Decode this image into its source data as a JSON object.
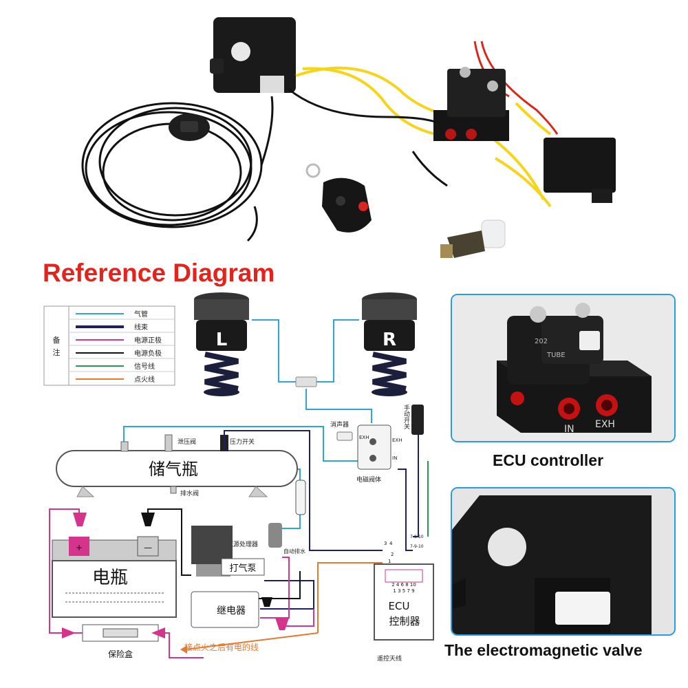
{
  "title": "Reference Diagram",
  "legend": {
    "group_label": "备\n注",
    "items": [
      {
        "label": "气管",
        "color": "#2aa7d6"
      },
      {
        "label": "线束",
        "color": "#1d1f6b"
      },
      {
        "label": "电源正极",
        "color": "#d6338c"
      },
      {
        "label": "电源负极",
        "color": "#111111"
      },
      {
        "label": "信号线",
        "color": "#1e9e4a"
      },
      {
        "label": "点火线",
        "color": "#e8782a"
      }
    ]
  },
  "diagram": {
    "spring_left": "L",
    "spring_right": "R",
    "manual_switch": "手动开关",
    "muffler": "消声器",
    "exh_top": "EXH",
    "exh_side": "EXH",
    "in_side": "IN",
    "valve_body": "电磁阀体",
    "relief_valve": "泄压阀",
    "pressure_switch": "压力开关",
    "tank": "储气瓶",
    "drain_valve": "排水阀",
    "water_separator": "汽源处理器",
    "auto_drain": "自动排水",
    "pump": "打气泵",
    "battery": "电瓶",
    "battery_plus": "+",
    "battery_minus": "—",
    "relay": "继电器",
    "fuse_box": "保险盒",
    "ignition_line": "接点火之后有电的线",
    "ecu": "ECU\n控制器",
    "ecu_pins_top": "2 4 6 8 10",
    "ecu_pins_bottom": "1 3 5 7 9",
    "antenna": "遥控天线",
    "pin_a": "7-8-10",
    "pin_b": "7-9-10",
    "pin_c": "3",
    "pin_d": "4",
    "pin_e": "1",
    "pin_f": "2"
  },
  "cards": {
    "top_caption": "ECU controller",
    "top_in": "IN",
    "top_exh": "EXH",
    "top_tube": "TUBE",
    "top_202": "202",
    "bottom_caption": "The electromagnetic valve"
  }
}
